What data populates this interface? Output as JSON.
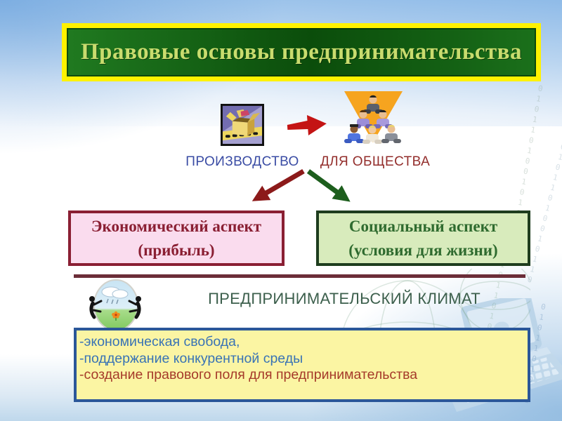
{
  "slide": {
    "title": "Правовые основы предпринимательства",
    "flow": {
      "production_label": "ПРОИЗВОДСТВО",
      "society_label": "ДЛЯ ОБЩЕСТВА"
    },
    "aspects": {
      "economic": {
        "title": "Экономический аспект",
        "subtitle": "(прибыль)"
      },
      "social": {
        "title": "Социальный аспект",
        "subtitle": "(условия для жизни)"
      }
    },
    "climate": {
      "heading": "ПРЕДПРИНИМАТЕЛЬСКИЙ КЛИМАТ",
      "items": [
        "-экономическая свобода,",
        "-поддержание конкурентной среды",
        "-создание правового поля для предпринимательства"
      ]
    },
    "icons": {
      "production": "production-box-icon",
      "society": "people-pyramid-icon",
      "flow_arrow": "red-right-arrow-icon",
      "climate": "climate-globe-icon",
      "laptop_watermark": "laptop-watermark-icon"
    },
    "colors": {
      "title_bg": "#0B4D0B",
      "title_border": "#FFF200",
      "title_text": "#C9DC6E",
      "economic_bg": "#FADCEE",
      "economic_accent": "#8A1F33",
      "social_bg": "#D8EBBC",
      "social_border": "#1E3D1E",
      "social_text": "#2F6B2F",
      "note_bg": "#FBF5A3",
      "note_border": "#2B5799",
      "note_text_blue": "#3973B5",
      "note_text_red": "#A53A2A",
      "label_blue": "#3A4CA4",
      "label_red": "#932E2C",
      "heading_green": "#3C5F4C",
      "arrow_red": "#C41414",
      "fork_arrow_red": "#8C1A1A",
      "fork_arrow_green": "#1D5E1D",
      "divider": "#6B2D38",
      "triangle_orange": "#F6A41F"
    },
    "background_binary": "0101101001011010010110100101101001011010"
  }
}
